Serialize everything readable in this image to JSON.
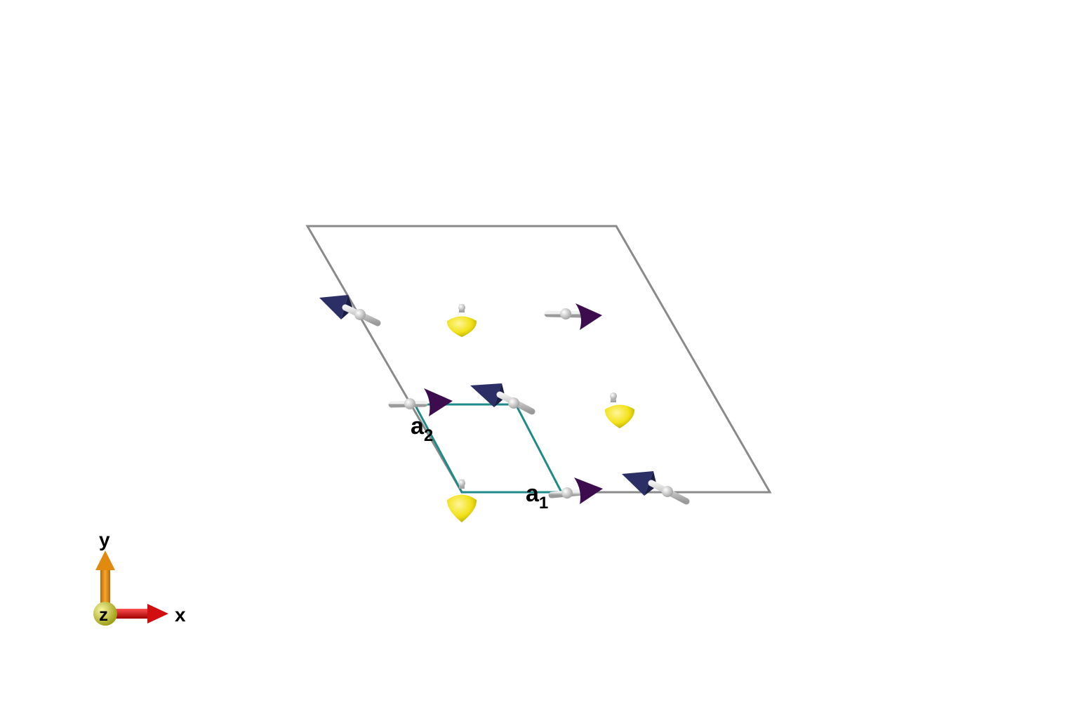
{
  "colors": {
    "supercell_edge": "#8a8a8a",
    "unitcell_edge": "#1f8a8a",
    "moment_up": "#f2e21a",
    "moment_in_plane_a": "#2b2f66",
    "moment_in_plane_b": "#3d0c4e",
    "atom_stick": "#c8c8c8",
    "axis_x": "#e01010",
    "axis_y": "#e08a10",
    "axis_z": "#d6d630"
  },
  "labels": {
    "a1": {
      "base": "a",
      "sub": "1"
    },
    "a2": {
      "base": "a",
      "sub": "2"
    }
  },
  "axes": {
    "x_label": "x",
    "y_label": "y",
    "z_label": "z"
  },
  "moments": [
    {
      "kind": "in-plane",
      "icon": "spin-arrow-icon",
      "color_key": "moment_in_plane_a"
    },
    {
      "kind": "out-of-plane",
      "icon": "spin-cone-icon",
      "color_key": "moment_up"
    },
    {
      "kind": "in-plane",
      "icon": "spin-arrow-icon",
      "color_key": "moment_in_plane_b"
    },
    {
      "kind": "in-plane",
      "icon": "spin-arrow-icon",
      "color_key": "moment_in_plane_b"
    },
    {
      "kind": "in-plane",
      "icon": "spin-arrow-icon",
      "color_key": "moment_in_plane_a"
    },
    {
      "kind": "out-of-plane",
      "icon": "spin-cone-icon",
      "color_key": "moment_up"
    },
    {
      "kind": "out-of-plane",
      "icon": "spin-cone-icon",
      "color_key": "moment_up"
    },
    {
      "kind": "in-plane",
      "icon": "spin-arrow-icon",
      "color_key": "moment_in_plane_b"
    },
    {
      "kind": "in-plane",
      "icon": "spin-arrow-icon",
      "color_key": "moment_in_plane_a"
    }
  ]
}
